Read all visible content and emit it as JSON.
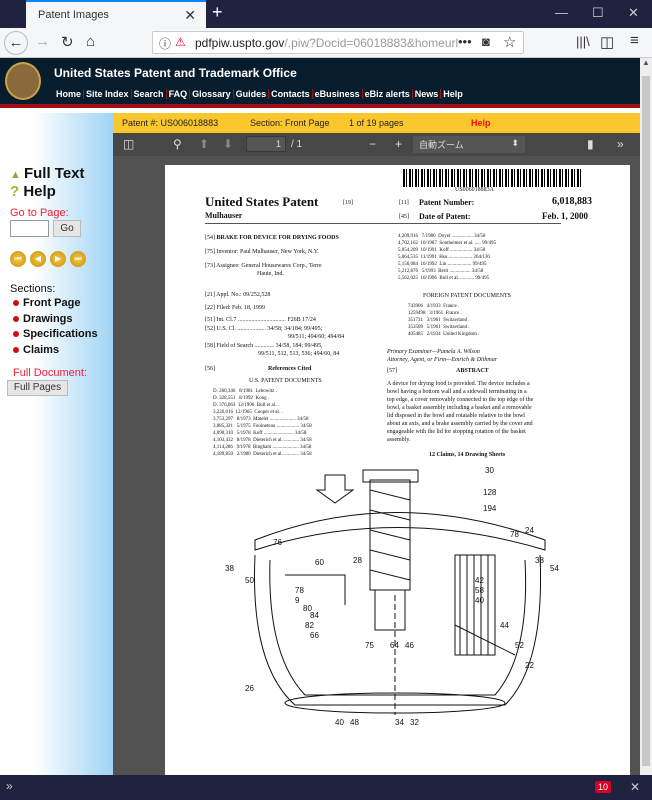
{
  "browser": {
    "tab_title": "Patent Images",
    "url_domain": "pdfpiw.uspto.gov",
    "url_rest": "/.piw?Docid=06018883&homeurl"
  },
  "header": {
    "title": "United States Patent and Trademark Office",
    "nav": [
      "Home",
      "Site Index",
      "Search",
      "FAQ",
      "Glossary",
      "Guides",
      "Contacts",
      "eBusiness",
      "eBiz alerts",
      "News",
      "Help"
    ]
  },
  "sidebar": {
    "full_text": "Full Text",
    "help": "Help",
    "goto_label": "Go to Page:",
    "go_button": "Go",
    "goto_value": "",
    "sections_label": "Sections:",
    "sections": [
      "Front Page",
      "Drawings",
      "Specifications",
      "Claims"
    ],
    "full_doc_label": "Full Document:",
    "full_pages_button": "Full Pages"
  },
  "infobar": {
    "patent_no": "Patent #: US006018883",
    "section": "Section: Front Page",
    "pages": "1 of 19 pages",
    "help": "Help"
  },
  "viewer": {
    "page_value": "1",
    "page_total": "/ 1",
    "zoom": "自動ズーム"
  },
  "patent": {
    "barcode_text": "US006018883A",
    "title": "United States Patent",
    "t19": "[19]",
    "inventor_surname": "Mulhauser",
    "n11": "[11]",
    "number_label": "Patent Number:",
    "number": "6,018,883",
    "n45": "[45]",
    "date_label": "Date of Patent:",
    "date": "Feb. 1, 2000",
    "fields": [
      {
        "code": "[54]",
        "text": "BRAKE FOR DEVICE FOR DRYING FOODS"
      },
      {
        "code": "[75]",
        "text": "Inventor:  Paul Mulhauser, New York, N.Y."
      },
      {
        "code": "[73]",
        "text": "Assignee:  General Housewares Corp., Terre"
      },
      {
        "code": "",
        "text": "Haute, Ind."
      },
      {
        "code": "[21]",
        "text": "Appl. No.: 09/252,528"
      },
      {
        "code": "[22]",
        "text": "Filed:      Feb. 18, 1999"
      },
      {
        "code": "[51]",
        "text": "Int. Cl.7 ................................ F26B 17/24"
      },
      {
        "code": "[52]",
        "text": "U.S. Cl. ................... 34/58; 34/184; 99/495;"
      },
      {
        "code": "",
        "text": "                                99/511; 494/60; 494/84"
      },
      {
        "code": "[58]",
        "text": "Field of Search ............. 34/58, 184; 99/495,"
      },
      {
        "code": "",
        "text": "                      99/511, 512, 513, 536; 494/60, 84"
      }
    ],
    "refs_code": "[56]",
    "refs_title": "References Cited",
    "us_docs_title": "U.S. PATENT DOCUMENTS",
    "us_docs": [
      "D. 260,346   8/1981  Lebowitz .",
      "D. 328,551   8/1992  Kong .",
      "D. 376,063  12/1996  Bull et al. .",
      "3,226,016  12/1965  Cooper et al. .",
      "3,753,297   8/1973  Matelet ..................... 34/58",
      "3,885,321   5/1975  Fouineteau .................. 34/58",
      "4,090,310   5/1978  Koff ........................ 34/58",
      "4,103,432   8/1978  Dieterich et al. ............ 34/58",
      "4,114,286   9/1978  Bingham ..................... 34/58",
      "4,189,850   2/1980  Dieterich et al. ............ 34/58"
    ],
    "us_docs_right": [
      "4,209,916   7/1980  Doyel ................. 34/58",
      "4,702,162  10/1987  Sontheimer et al. ..... 99/495",
      "5,054,209  10/1991  Koff .................. 34/58",
      "5,064,535  11/1991  Hsu ................... 264/130",
      "5,156,084  10/1992  Lin ................... 99/495",
      "5,212,876   5/1993  Berit ................. 34/58",
      "5,562,025  10/1996  Bull et al. ........... 99/495"
    ],
    "foreign_title": "FOREIGN PATENT DOCUMENTS",
    "foreign": [
      "743906   4/1933  France .",
      "1259498   3/1961  France .",
      "351731   3/1961  Switzerland .",
      "353509   5/1961  Switzerland .",
      "405485   2/1934  United Kingdom ."
    ],
    "examiner": "Primary Examiner—Pamela A. Wilson",
    "attorney": "Attorney, Agent, or Firm—Emrich & Dithmar",
    "abstract_code": "[57]",
    "abstract_title": "ABSTRACT",
    "abstract_lines": [
      "A device for drying food is provided. The device includes a",
      "bowl having a bottom wall and a sidewall terminating in a",
      "top edge, a cover removably connected to the top edge of the",
      "bowl, a basket assembly including a basket and a removable",
      "lid disposed in the bowl and rotatable relative to the bowl",
      "about an axis, and a brake assembly carried by the cover and",
      "engageable with the lid for stopping rotation of the basket",
      "assembly."
    ],
    "claims": "12 Claims, 14 Drawing Sheets",
    "drawing_labels": [
      "30",
      "128",
      "194",
      "24",
      "78",
      "76",
      "60",
      "28",
      "38",
      "54",
      "50",
      "78",
      "9",
      "80",
      "84",
      "82",
      "66",
      "75",
      "64",
      "46",
      "42",
      "58",
      "40",
      "44",
      "52",
      "22",
      "26",
      "40",
      "48",
      "34",
      "32",
      "38"
    ]
  },
  "bottom": {
    "badge": "10"
  }
}
